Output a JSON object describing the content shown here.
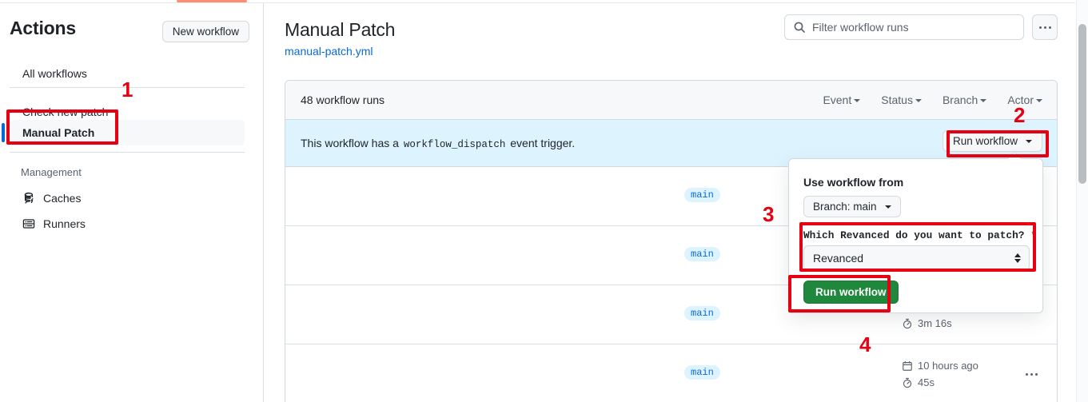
{
  "sidebar": {
    "title": "Actions",
    "new_workflow_label": "New workflow",
    "items": [
      {
        "label": "All workflows",
        "name": "all-workflows"
      },
      {
        "label": "Check new patch",
        "name": "check-new-patch"
      },
      {
        "label": "Manual Patch",
        "name": "manual-patch"
      }
    ],
    "management_label": "Management",
    "management_items": [
      {
        "label": "Caches",
        "icon": "cache-icon"
      },
      {
        "label": "Runners",
        "icon": "server-icon"
      }
    ]
  },
  "main": {
    "workflow_title": "Manual Patch",
    "workflow_file": "manual-patch.yml",
    "search_placeholder": "Filter workflow runs",
    "kebab_icon": "kebab-horizontal-icon"
  },
  "runs": {
    "count_label": "48 workflow runs",
    "filters": [
      {
        "label": "Event"
      },
      {
        "label": "Status"
      },
      {
        "label": "Branch"
      },
      {
        "label": "Actor"
      }
    ],
    "dispatch_prefix": "This workflow has a",
    "dispatch_code": "workflow_dispatch",
    "dispatch_suffix": "event trigger.",
    "run_workflow_label": "Run workflow",
    "rows": [
      {
        "branch": "main",
        "time": "",
        "duration": ""
      },
      {
        "branch": "main",
        "time": "",
        "duration": ""
      },
      {
        "branch": "main",
        "time": "",
        "duration": "3m 16s"
      },
      {
        "branch": "main",
        "time": "10 hours ago",
        "duration": "45s"
      }
    ]
  },
  "popover": {
    "use_workflow_from": "Use workflow from",
    "branch_label": "Branch: main",
    "input_label": "Which Revanced do you want to patch?",
    "required_marker": "*",
    "selected_value": "Revanced",
    "submit_label": "Run workflow"
  },
  "annotations": [
    {
      "number": "1"
    },
    {
      "number": "2"
    },
    {
      "number": "3"
    },
    {
      "number": "4"
    }
  ],
  "colors": {
    "accent_blue": "#0969da",
    "green": "#1f883d",
    "annotation_red": "#e60012",
    "banner_blue": "#ddf4ff",
    "tab_orange": "#fd8c73"
  }
}
